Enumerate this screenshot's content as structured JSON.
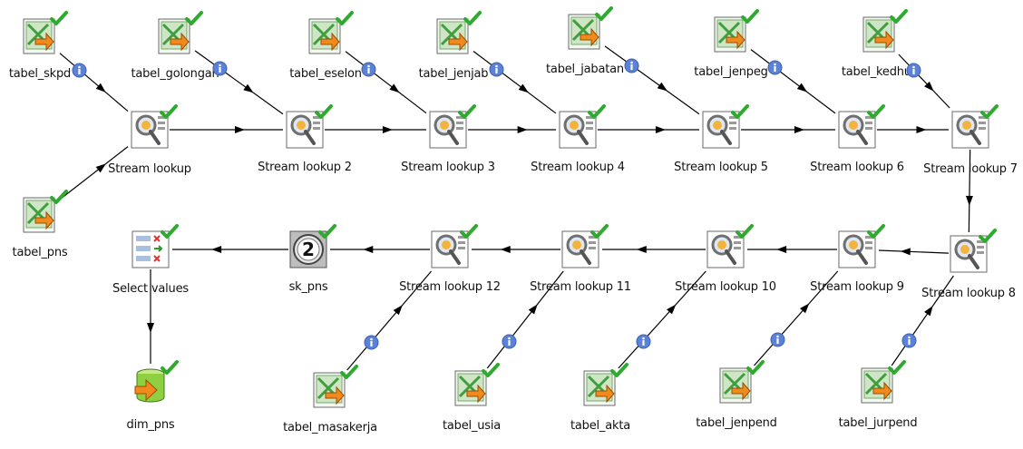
{
  "diagram": {
    "steps": [
      {
        "id": "tabel_skpd",
        "label": "tabel_skpd",
        "kind": "table-input"
      },
      {
        "id": "tabel_golongan",
        "label": "tabel_golongan",
        "kind": "table-input"
      },
      {
        "id": "tabel_eselon",
        "label": "tabel_eselon",
        "kind": "table-input"
      },
      {
        "id": "tabel_jenjab",
        "label": "tabel_jenjab",
        "kind": "table-input"
      },
      {
        "id": "tabel_jabatan",
        "label": "tabel_jabatan",
        "kind": "table-input"
      },
      {
        "id": "tabel_jenpeg",
        "label": "tabel_jenpeg",
        "kind": "table-input"
      },
      {
        "id": "tabel_kedhuk",
        "label": "tabel_kedhuk",
        "kind": "table-input"
      },
      {
        "id": "tabel_pns",
        "label": "tabel_pns",
        "kind": "table-input"
      },
      {
        "id": "sl1",
        "label": "Stream lookup",
        "kind": "stream-lookup"
      },
      {
        "id": "sl2",
        "label": "Stream lookup 2",
        "kind": "stream-lookup"
      },
      {
        "id": "sl3",
        "label": "Stream lookup 3",
        "kind": "stream-lookup"
      },
      {
        "id": "sl4",
        "label": "Stream lookup 4",
        "kind": "stream-lookup"
      },
      {
        "id": "sl5",
        "label": "Stream lookup 5",
        "kind": "stream-lookup"
      },
      {
        "id": "sl6",
        "label": "Stream lookup 6",
        "kind": "stream-lookup"
      },
      {
        "id": "sl7",
        "label": "Stream lookup 7",
        "kind": "stream-lookup"
      },
      {
        "id": "sl8",
        "label": "Stream lookup 8",
        "kind": "stream-lookup"
      },
      {
        "id": "sl9",
        "label": "Stream lookup 9",
        "kind": "stream-lookup"
      },
      {
        "id": "sl10",
        "label": "Stream lookup 10",
        "kind": "stream-lookup"
      },
      {
        "id": "sl11",
        "label": "Stream lookup 11",
        "kind": "stream-lookup"
      },
      {
        "id": "sl12",
        "label": "Stream lookup 12",
        "kind": "stream-lookup"
      },
      {
        "id": "sk_pns",
        "label": "sk_pns",
        "kind": "sequence"
      },
      {
        "id": "select_values",
        "label": "Select values",
        "kind": "select-values"
      },
      {
        "id": "dim_pns",
        "label": "dim_pns",
        "kind": "table-output"
      },
      {
        "id": "tabel_masakerja",
        "label": "tabel_masakerja",
        "kind": "table-input"
      },
      {
        "id": "tabel_usia",
        "label": "tabel_usia",
        "kind": "table-input"
      },
      {
        "id": "tabel_akta",
        "label": "tabel_akta",
        "kind": "table-input"
      },
      {
        "id": "tabel_jenpend",
        "label": "tabel_jenpend",
        "kind": "table-input"
      },
      {
        "id": "tabel_jurpend",
        "label": "tabel_jurpend",
        "kind": "table-input"
      }
    ],
    "hops": [
      {
        "from": "tabel_skpd",
        "to": "sl1",
        "info": true
      },
      {
        "from": "tabel_pns",
        "to": "sl1",
        "info": false
      },
      {
        "from": "sl1",
        "to": "sl2",
        "info": false
      },
      {
        "from": "tabel_golongan",
        "to": "sl2",
        "info": true
      },
      {
        "from": "sl2",
        "to": "sl3",
        "info": false
      },
      {
        "from": "tabel_eselon",
        "to": "sl3",
        "info": true
      },
      {
        "from": "sl3",
        "to": "sl4",
        "info": false
      },
      {
        "from": "tabel_jenjab",
        "to": "sl4",
        "info": true
      },
      {
        "from": "sl4",
        "to": "sl5",
        "info": false
      },
      {
        "from": "tabel_jabatan",
        "to": "sl5",
        "info": true
      },
      {
        "from": "sl5",
        "to": "sl6",
        "info": false
      },
      {
        "from": "tabel_jenpeg",
        "to": "sl6",
        "info": true
      },
      {
        "from": "sl6",
        "to": "sl7",
        "info": false
      },
      {
        "from": "tabel_kedhuk",
        "to": "sl7",
        "info": true
      },
      {
        "from": "sl7",
        "to": "sl8",
        "info": false
      },
      {
        "from": "tabel_jurpend",
        "to": "sl8",
        "info": true
      },
      {
        "from": "sl8",
        "to": "sl9",
        "info": false
      },
      {
        "from": "tabel_jenpend",
        "to": "sl9",
        "info": true
      },
      {
        "from": "sl9",
        "to": "sl10",
        "info": false
      },
      {
        "from": "tabel_akta",
        "to": "sl10",
        "info": true
      },
      {
        "from": "sl10",
        "to": "sl11",
        "info": false
      },
      {
        "from": "tabel_usia",
        "to": "sl11",
        "info": true
      },
      {
        "from": "sl11",
        "to": "sl12",
        "info": false
      },
      {
        "from": "tabel_masakerja",
        "to": "sl12",
        "info": true
      },
      {
        "from": "sl12",
        "to": "sk_pns",
        "info": false
      },
      {
        "from": "sk_pns",
        "to": "select_values",
        "info": false
      },
      {
        "from": "select_values",
        "to": "dim_pns",
        "info": false
      }
    ],
    "colors": {
      "check": "#2eaa2e",
      "info": "#5b82d6",
      "hop": "#000000",
      "lookup": "#7a7a7a",
      "table": "#3f9f3f"
    }
  }
}
